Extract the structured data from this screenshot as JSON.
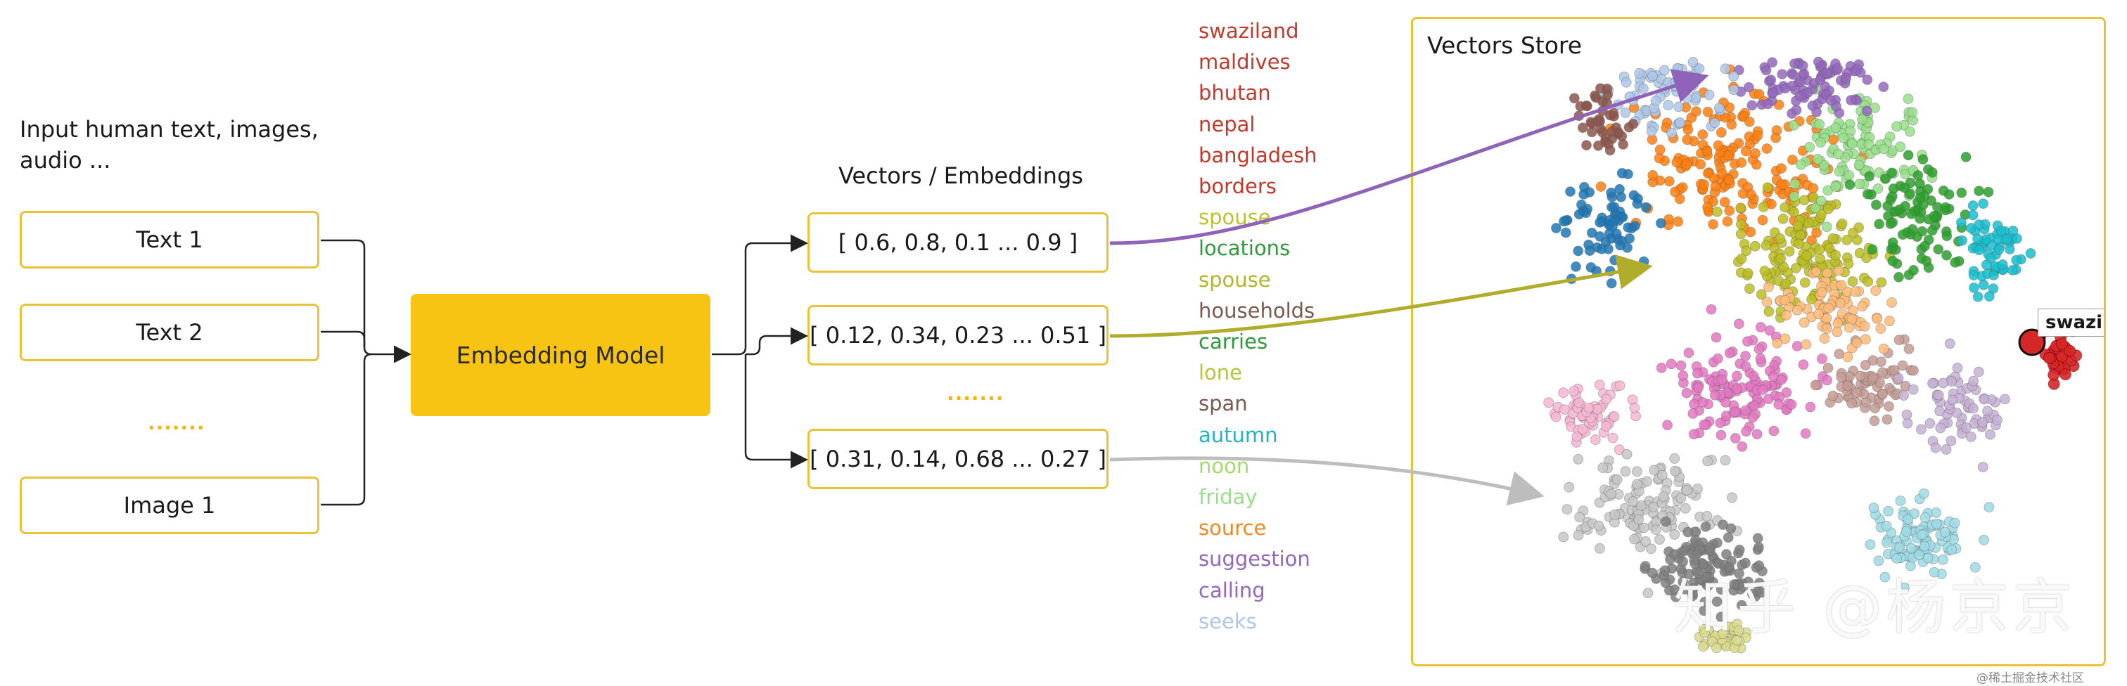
{
  "input_caption": [
    "Input human text, images,",
    "audio ..."
  ],
  "inputs": [
    "Text 1",
    "Text 2",
    "Image 1"
  ],
  "inputs_ellipsis": "·······",
  "model_label": "Embedding Model",
  "vectors_caption": "Vectors / Embeddings",
  "vectors": [
    "[ 0.6, 0.8, 0.1 ... 0.9 ]",
    "[ 0.12, 0.34, 0.23 ... 0.51 ]",
    "[ 0.31, 0.14, 0.68 ... 0.27 ]"
  ],
  "vectors_ellipsis": "·······",
  "words": [
    {
      "text": "swaziland",
      "color": "#c0392b"
    },
    {
      "text": "maldives",
      "color": "#c0392b"
    },
    {
      "text": "bhutan",
      "color": "#c0392b"
    },
    {
      "text": "nepal",
      "color": "#c0392b"
    },
    {
      "text": "bangladesh",
      "color": "#c0392b"
    },
    {
      "text": "borders",
      "color": "#c0392b"
    },
    {
      "text": "spouse",
      "color": "#bcc22a"
    },
    {
      "text": "locations",
      "color": "#2e9a3a"
    },
    {
      "text": "spouse",
      "color": "#b3b52b"
    },
    {
      "text": "households",
      "color": "#7a5a4e"
    },
    {
      "text": "carries",
      "color": "#2e9a3a"
    },
    {
      "text": "lone",
      "color": "#b9c43a"
    },
    {
      "text": "span",
      "color": "#7a5a4e"
    },
    {
      "text": "autumn",
      "color": "#22b3c7"
    },
    {
      "text": "noon",
      "color": "#a6d96a"
    },
    {
      "text": "friday",
      "color": "#98df8a"
    },
    {
      "text": "source",
      "color": "#ee8a21"
    },
    {
      "text": "suggestion",
      "color": "#9467bd"
    },
    {
      "text": "calling",
      "color": "#9467bd"
    },
    {
      "text": "seeks",
      "color": "#aec7e8"
    }
  ],
  "store_title": "Vectors Store",
  "highlight_label": "swaziland",
  "watermark": "知乎 @杨京京",
  "credit": "@稀土掘金技术社区",
  "colors": {
    "accent_border": "#e9c23a",
    "model_fill": "#f7c413",
    "arrow": "#222222",
    "link_purple": "#8e63b8",
    "link_olive": "#b2ac2c",
    "link_gray": "#bdbdbd"
  },
  "icons": [
    "arrow-right-icon"
  ]
}
